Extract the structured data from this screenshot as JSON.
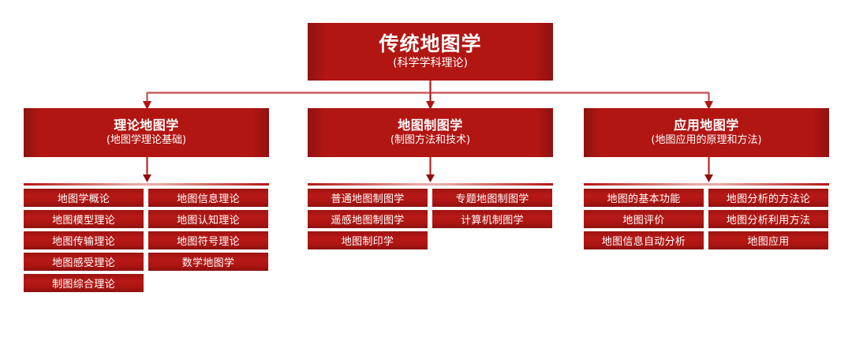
{
  "diagram": {
    "type": "hierarchy-tree",
    "accent_color": "#b21613",
    "accent_dark": "#8c1110",
    "connector_color": "#b21613",
    "connector_light": "#e8a9a7",
    "text_color": "#ffffff",
    "background": "#ffffff",
    "root": {
      "title": "传统地图学",
      "subtitle": "(科学学科理论)"
    },
    "branches": [
      {
        "title": "理论地图学",
        "subtitle": "(地图学理论基础)",
        "leaves": [
          [
            "地图学概论",
            "地图信息理论"
          ],
          [
            "地图模型理论",
            "地图认知理论"
          ],
          [
            "地图传输理论",
            "地图符号理论"
          ],
          [
            "地图感受理论",
            "数学地图学"
          ],
          [
            "制图综合理论",
            ""
          ]
        ]
      },
      {
        "title": "地图制图学",
        "subtitle": "(制图方法和技术)",
        "leaves": [
          [
            "普通地图制图学",
            "专题地图制图学"
          ],
          [
            "遥感地图制图学",
            "计算机制图学"
          ],
          [
            "地图制印学",
            ""
          ]
        ]
      },
      {
        "title": "应用地图学",
        "subtitle": "(地图应用的原理和方法)",
        "leaves": [
          [
            "地图的基本功能",
            "地图分析的方法论"
          ],
          [
            "地图评价",
            "地图分析利用方法"
          ],
          [
            "地图信息自动分析",
            "地图应用"
          ]
        ]
      }
    ]
  }
}
